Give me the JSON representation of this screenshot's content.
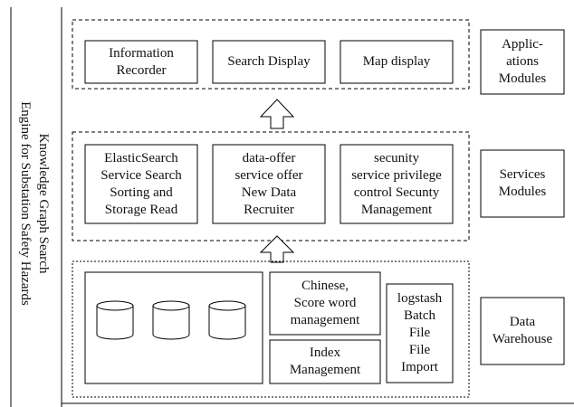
{
  "sidebar_title": "Knowledge Graph Search\nEngine for Substation Safety Hazards",
  "layers": {
    "applications": {
      "label": "Applic-\nations\nModules",
      "boxes": [
        "Information\nRecorder",
        "Search Display",
        "Map display"
      ]
    },
    "services": {
      "label": "Services\nModules",
      "boxes": [
        "ElasticSearch\nService Search\nSorting and\nStorage Read",
        "data-offer\nservice offer\nNew Data\nRecruiter",
        "secunity\nservice privilege\ncontrol Secunty\nManagement"
      ]
    },
    "warehouse": {
      "label": "Data\nWarehouse",
      "boxes": [
        "Chinese,\nScore word\nmanagement",
        "Index\nManagement",
        "logstash\nBatch\nFile\nFile\nImport"
      ]
    }
  }
}
